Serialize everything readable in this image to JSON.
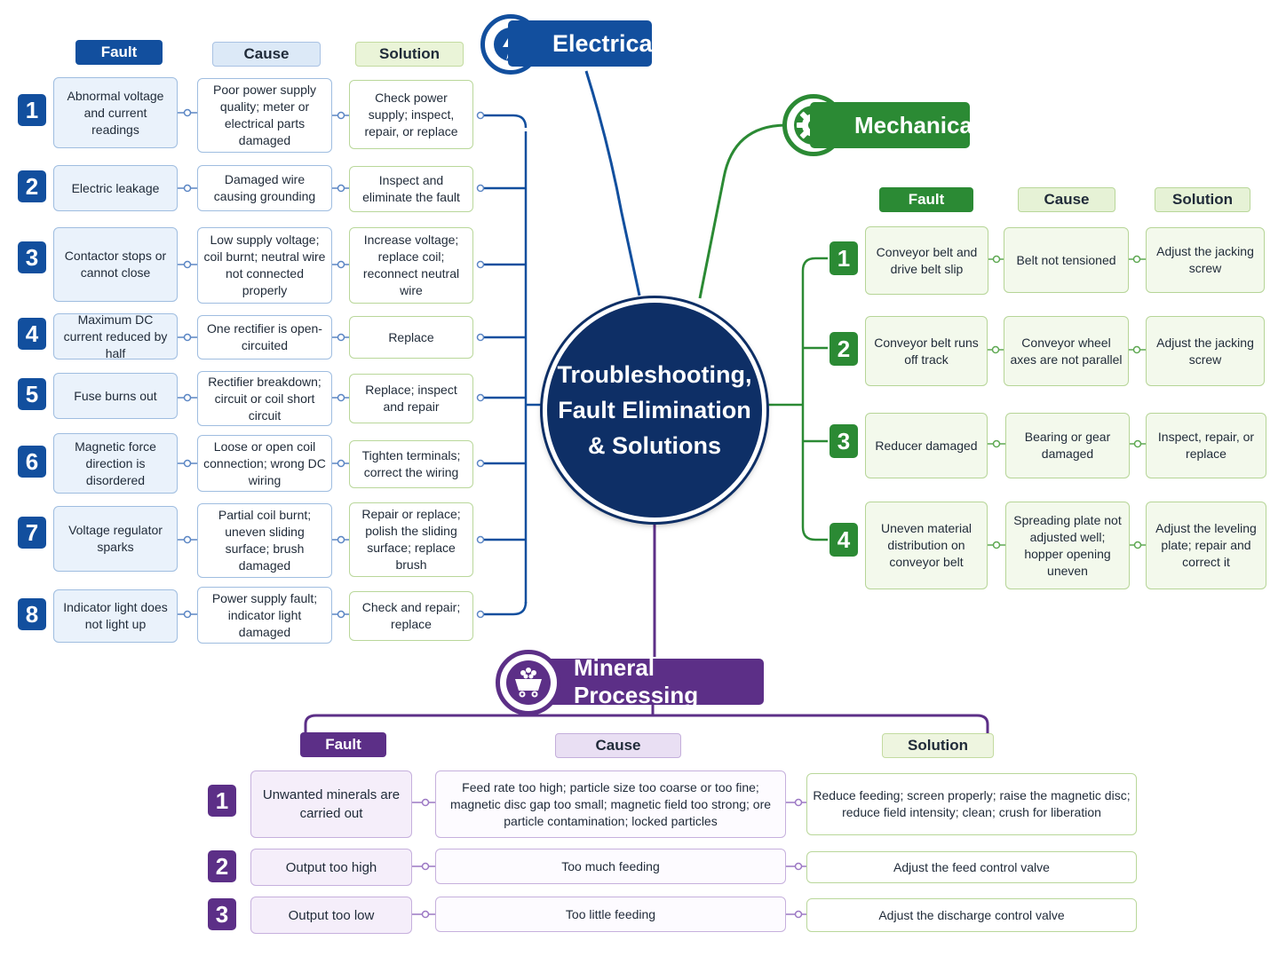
{
  "center_title": "Troubleshooting,\nFault Elimination\n& Solutions",
  "electrical": {
    "title": "Electrical",
    "icon": "lightning-bolt-icon",
    "color": "#124f9e",
    "headers": {
      "fault": "Fault",
      "cause": "Cause",
      "solution": "Solution"
    },
    "rows": [
      {
        "num": "1",
        "fault": "Abnormal voltage and current readings",
        "cause": "Poor power supply quality; meter or electrical parts damaged",
        "solution": "Check power supply; inspect, repair, or replace"
      },
      {
        "num": "2",
        "fault": "Electric leakage",
        "cause": "Damaged wire causing grounding",
        "solution": "Inspect and eliminate the fault"
      },
      {
        "num": "3",
        "fault": "Contactor stops or cannot close",
        "cause": "Low supply voltage; coil burnt; neutral wire not connected properly",
        "solution": "Increase voltage; replace coil; reconnect neutral wire"
      },
      {
        "num": "4",
        "fault": "Maximum DC current reduced by half",
        "cause": "One rectifier is open-circuited",
        "solution": "Replace"
      },
      {
        "num": "5",
        "fault": "Fuse burns out",
        "cause": "Rectifier breakdown; circuit or coil short circuit",
        "solution": "Replace; inspect and repair"
      },
      {
        "num": "6",
        "fault": "Magnetic force direction is disordered",
        "cause": "Loose or open coil connection; wrong DC wiring",
        "solution": "Tighten terminals; correct the wiring"
      },
      {
        "num": "7",
        "fault": "Voltage regulator sparks",
        "cause": "Partial coil burnt; uneven sliding surface; brush damaged",
        "solution": "Repair or replace; polish the sliding surface; replace brush"
      },
      {
        "num": "8",
        "fault": "Indicator light does not light up",
        "cause": "Power supply fault; indicator light damaged",
        "solution": "Check and repair; replace"
      }
    ]
  },
  "mechanical": {
    "title": "Mechanical",
    "icon": "gear-icon",
    "color": "#2b8a34",
    "headers": {
      "fault": "Fault",
      "cause": "Cause",
      "solution": "Solution"
    },
    "rows": [
      {
        "num": "1",
        "fault": "Conveyor belt and drive belt slip",
        "cause": "Belt not tensioned",
        "solution": "Adjust the jacking screw"
      },
      {
        "num": "2",
        "fault": "Conveyor belt runs off track",
        "cause": "Conveyor wheel axes are not parallel",
        "solution": "Adjust the jacking screw"
      },
      {
        "num": "3",
        "fault": "Reducer damaged",
        "cause": "Bearing or gear damaged",
        "solution": "Inspect, repair, or replace"
      },
      {
        "num": "4",
        "fault": "Uneven material distribution on conveyor belt",
        "cause": "Spreading plate not adjusted well; hopper opening uneven",
        "solution": "Adjust the leveling plate; repair and correct it"
      }
    ]
  },
  "mineral": {
    "title": "Mineral Processing",
    "icon": "mine-cart-icon",
    "color": "#5c2f87",
    "headers": {
      "fault": "Fault",
      "cause": "Cause",
      "solution": "Solution"
    },
    "rows": [
      {
        "num": "1",
        "fault": "Unwanted minerals are carried out",
        "cause": "Feed rate too high; particle size too coarse or too fine; magnetic disc gap too small; magnetic field too strong; ore particle contamination; locked particles",
        "solution": "Reduce feeding; screen properly; raise the magnetic disc; reduce field intensity; clean; crush for liberation"
      },
      {
        "num": "2",
        "fault": "Output too high",
        "cause": "Too much feeding",
        "solution": "Adjust the feed control valve"
      },
      {
        "num": "3",
        "fault": "Output too low",
        "cause": "Too little feeding",
        "solution": "Adjust the discharge control valve"
      }
    ]
  }
}
